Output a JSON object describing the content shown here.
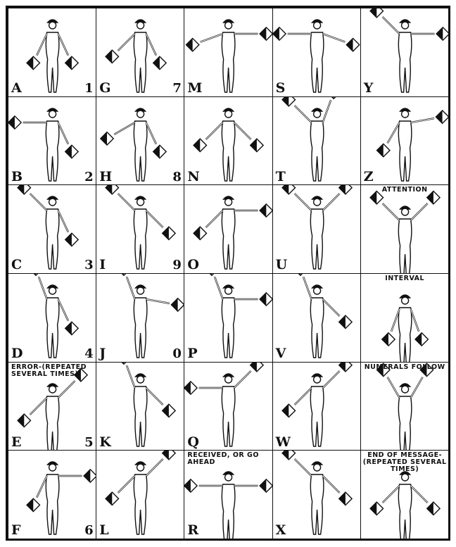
{
  "cells": [
    {
      "letter": "A",
      "number": "1",
      "caption": ""
    },
    {
      "letter": "G",
      "number": "7",
      "caption": ""
    },
    {
      "letter": "M",
      "number": "",
      "caption": ""
    },
    {
      "letter": "S",
      "number": "",
      "caption": ""
    },
    {
      "letter": "Y",
      "number": "",
      "caption": ""
    },
    {
      "letter": "B",
      "number": "2",
      "caption": ""
    },
    {
      "letter": "H",
      "number": "8",
      "caption": ""
    },
    {
      "letter": "N",
      "number": "",
      "caption": ""
    },
    {
      "letter": "T",
      "number": "",
      "caption": ""
    },
    {
      "letter": "Z",
      "number": "",
      "caption": ""
    },
    {
      "letter": "C",
      "number": "3",
      "caption": ""
    },
    {
      "letter": "I",
      "number": "9",
      "caption": ""
    },
    {
      "letter": "O",
      "number": "",
      "caption": ""
    },
    {
      "letter": "U",
      "number": "",
      "caption": ""
    },
    {
      "letter": "",
      "number": "",
      "caption": "ATTENTION"
    },
    {
      "letter": "D",
      "number": "4",
      "caption": ""
    },
    {
      "letter": "J",
      "number": "0",
      "caption": ""
    },
    {
      "letter": "P",
      "number": "",
      "caption": ""
    },
    {
      "letter": "V",
      "number": "",
      "caption": ""
    },
    {
      "letter": "",
      "number": "",
      "caption": "INTERVAL"
    },
    {
      "letter": "E",
      "number": "5",
      "caption": "ERROR-(REPEATED SEVERAL TIMES)"
    },
    {
      "letter": "K",
      "number": "",
      "caption": ""
    },
    {
      "letter": "Q",
      "number": "",
      "caption": ""
    },
    {
      "letter": "W",
      "number": "",
      "caption": ""
    },
    {
      "letter": "",
      "number": "",
      "caption": "NUMERALS FOLLOW"
    },
    {
      "letter": "F",
      "number": "6",
      "caption": ""
    },
    {
      "letter": "L",
      "number": "",
      "caption": ""
    },
    {
      "letter": "R",
      "number": "",
      "caption": "RECEIVED, OR GO AHEAD"
    },
    {
      "letter": "X",
      "number": "",
      "caption": ""
    },
    {
      "letter": "",
      "number": "",
      "caption": "END OF MESSAGE-(REPEATED SEVERAL TIMES)"
    }
  ]
}
